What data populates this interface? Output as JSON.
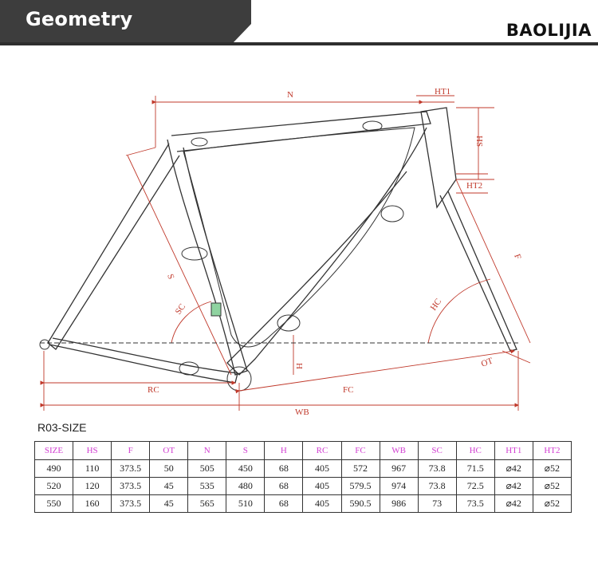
{
  "header": {
    "title": "Geometry",
    "brand": "BAOLIJIA"
  },
  "drawing_labels": {
    "n": "N",
    "ht1": "HT1",
    "hs": "HS",
    "ht2": "HT2",
    "f": "F",
    "s": "S",
    "sc": "SC",
    "hc": "HC",
    "h": "H",
    "ot": "OT",
    "rc": "RC",
    "fc": "FC",
    "wb": "WB"
  },
  "table": {
    "caption": "R03-SIZE",
    "headers": [
      "SIZE",
      "HS",
      "F",
      "OT",
      "N",
      "S",
      "H",
      "RC",
      "FC",
      "WB",
      "SC",
      "HC",
      "HT1",
      "HT2"
    ],
    "rows": [
      [
        "490",
        "110",
        "373.5",
        "50",
        "505",
        "450",
        "68",
        "405",
        "572",
        "967",
        "73.8",
        "71.5",
        "⌀42",
        "⌀52"
      ],
      [
        "520",
        "120",
        "373.5",
        "45",
        "535",
        "480",
        "68",
        "405",
        "579.5",
        "974",
        "73.8",
        "72.5",
        "⌀42",
        "⌀52"
      ],
      [
        "550",
        "160",
        "373.5",
        "45",
        "565",
        "510",
        "68",
        "405",
        "590.5",
        "986",
        "73",
        "73.5",
        "⌀42",
        "⌀52"
      ]
    ]
  },
  "colors": {
    "header_bg": "#3d3d3d",
    "accent": "#d23fd2",
    "dimension": "#c0392b"
  }
}
